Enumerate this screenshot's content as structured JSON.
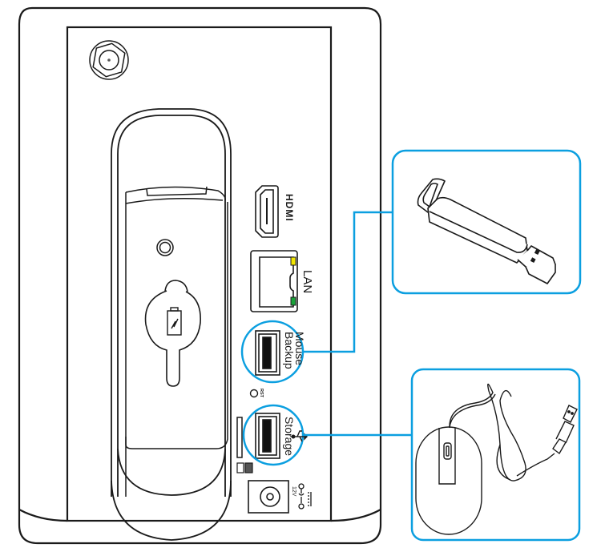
{
  "diagram": {
    "title": "Device rear panel ports with connected peripherals",
    "accent_color": "#0b9fe0",
    "led_colors": {
      "lan_activity": "#f2e600",
      "lan_link": "#1aa33a"
    },
    "ports": {
      "hdmi": {
        "label": "HDMI"
      },
      "lan": {
        "label": "LAN"
      },
      "usb_mouse_backup": {
        "label_line1": "Mouse",
        "label_line2": "Backup"
      },
      "usb_storage": {
        "label": "Storage"
      },
      "power": {
        "label": "12V"
      },
      "reset": {
        "label": "RST"
      }
    },
    "callouts": [
      {
        "name": "usb-flash-drive",
        "connects_to": "Mouse / Backup"
      },
      {
        "name": "usb-mouse",
        "connects_to": "Storage"
      }
    ]
  }
}
